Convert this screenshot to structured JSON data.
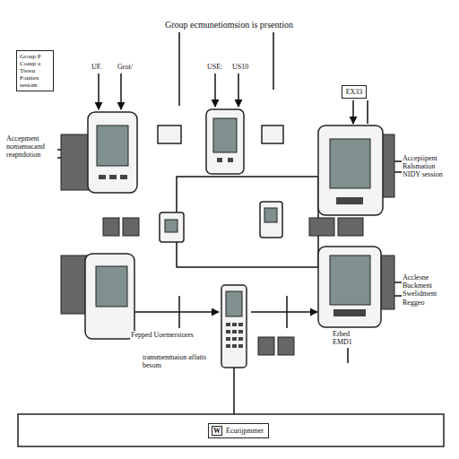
{
  "diagram": {
    "title": "Group ecmunetiomsion is prsention",
    "nodes": [
      {
        "text": [
          "Group P Coaup a Tiswu Fontien sesiom"
        ]
      },
      {
        "text": [
          "EX33"
        ]
      },
      {
        "text": [
          "W",
          "Ecurijpmmer"
        ]
      }
    ],
    "labels": [
      "UF.",
      "Grot/",
      "USE:",
      "US10",
      "Accepment nomamacand reapndotion",
      "Accepiipent Ralsmation NIDY session",
      "Acclesne Buckment Swelidment Reggeo",
      "Erhed EMD1",
      "Fepped Uoemerstores",
      "transmenmaion affatts besom"
    ]
  }
}
